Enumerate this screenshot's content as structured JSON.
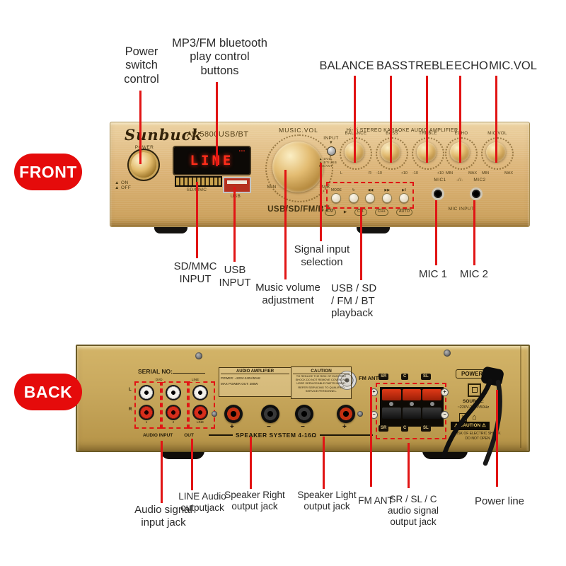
{
  "colors": {
    "annotation-red": "#e11414",
    "badge-red": "#e50b0b",
    "led-red": "#ff2d1a",
    "panel-gold": "#d7b273",
    "back-gold": "#c9a95e"
  },
  "front": {
    "badge_label": "FRONT",
    "top_labels": {
      "power_switch": "Power\nswitch\ncontrol",
      "mp3": "MP3/FM bluetooth\nplay control\nbuttons",
      "balance": "BALANCE",
      "bass": "BASS",
      "treble": "TREBLE",
      "echo": "ECHO",
      "micvol": "MIC.VOL"
    },
    "panel": {
      "brand": "Sunbuck",
      "model": "AV-5800USB/BT",
      "headline": "Hi-Fi STEREO KARAOKE AUDIO AMPLIFIER",
      "power_label": "POWER",
      "onoff": "▲ ON\n▲ OFF",
      "display_text": "LINE",
      "display_bars": "▪▪▪",
      "sd_label": "SD/MMC",
      "usb_label": "USB",
      "musicvol_label": "MUSIC.VOL",
      "musicvol_min": "MIN",
      "musicvol_max": "MAX",
      "playback_label": "USB/SD/FM/BT",
      "input_label": "INPUT",
      "input_arrow": "▼",
      "input_options": "▲ DVD\n▲ BT/USB\nFM/ANT",
      "knobs": [
        {
          "label": "BALANCE",
          "min": "L",
          "max": "R"
        },
        {
          "label": "BASS",
          "min": "-10",
          "max": "+10"
        },
        {
          "label": "TREBLE",
          "min": "-10",
          "max": "+10"
        },
        {
          "label": "ECHO",
          "min": "MIN",
          "max": "MAX"
        },
        {
          "label": "MIC.VOL",
          "min": "MIN",
          "max": "MAX"
        }
      ],
      "mode_buttons": [
        "MODE",
        "↻",
        "◀◀",
        "▶▶",
        "▶‖"
      ],
      "mode_subs": [
        "FM",
        "▶",
        "CH-",
        "CH+",
        "AUTO"
      ],
      "mic1": "MIC1",
      "mic_sep": "-//-",
      "mic2": "MIC2",
      "mic_input": "MIC INPUT"
    },
    "bottom_labels": {
      "sd": "SD/MMC\nINPUT",
      "usb": "USB\nINPUT",
      "music": "Music volume\nadjustment",
      "signal": "Signal input\nselection",
      "playback": "USB / SD\n/ FM / BT\nplayback",
      "mic1": "MIC 1",
      "mic2": "MIC 2"
    }
  },
  "back": {
    "badge_label": "BACK",
    "panel": {
      "serial": "SERIAL NO:",
      "rca": {
        "group1_top": "DVD",
        "group3_top": "LINE",
        "l": "L",
        "r": "R",
        "cols": [
          "1",
          "2",
          "LINE"
        ],
        "audio_input": "AUDIO INPUT",
        "out": "OUT"
      },
      "amp_box": {
        "title": "AUDIO AMPLIFIER",
        "line1": "POWER: ~220V-240V/50Hz",
        "line2": "MAX POWER OUT: 280W"
      },
      "caution_box": {
        "title": "CAUTION",
        "body": "TO REDUCE THE RISK OF ELECTRIC SHOCK DO NOT REMOVE COVER. NO USER SERVICEABLE PARTS INSIDE. REFER SERVICING TO QUALIFIED SERVICE PERSONNEL."
      },
      "speaker_system": "SPEAKER SYSTEM 4-16Ω",
      "post_signs": [
        "+",
        "−",
        "−",
        "+"
      ],
      "fm_ant": "FM ANT",
      "src": {
        "sr": "SR",
        "c": "C",
        "sl": "SL",
        "plus": "+",
        "minus": "−"
      },
      "power": {
        "label": "POWER",
        "source": "SOURCE:",
        "voltage": "~220V-240V/50Hz",
        "bin": "✕",
        "house": "⌂",
        "caution": "⚠ CAUTION ⚠",
        "risk": "RISK OF ELECTRIC SHOCK",
        "open": "DO NOT OPEN"
      }
    },
    "bottom_labels": {
      "audio": "Audio signal\ninput jack",
      "line": "LINE Audio\noutputjack",
      "right": "Speaker Right\noutput jack",
      "light": "Speaker Light\noutput jack",
      "fmant": "FM ANT",
      "srslc": "SR / SL / C\naudio signal\noutput jack",
      "power": "Power line"
    }
  }
}
